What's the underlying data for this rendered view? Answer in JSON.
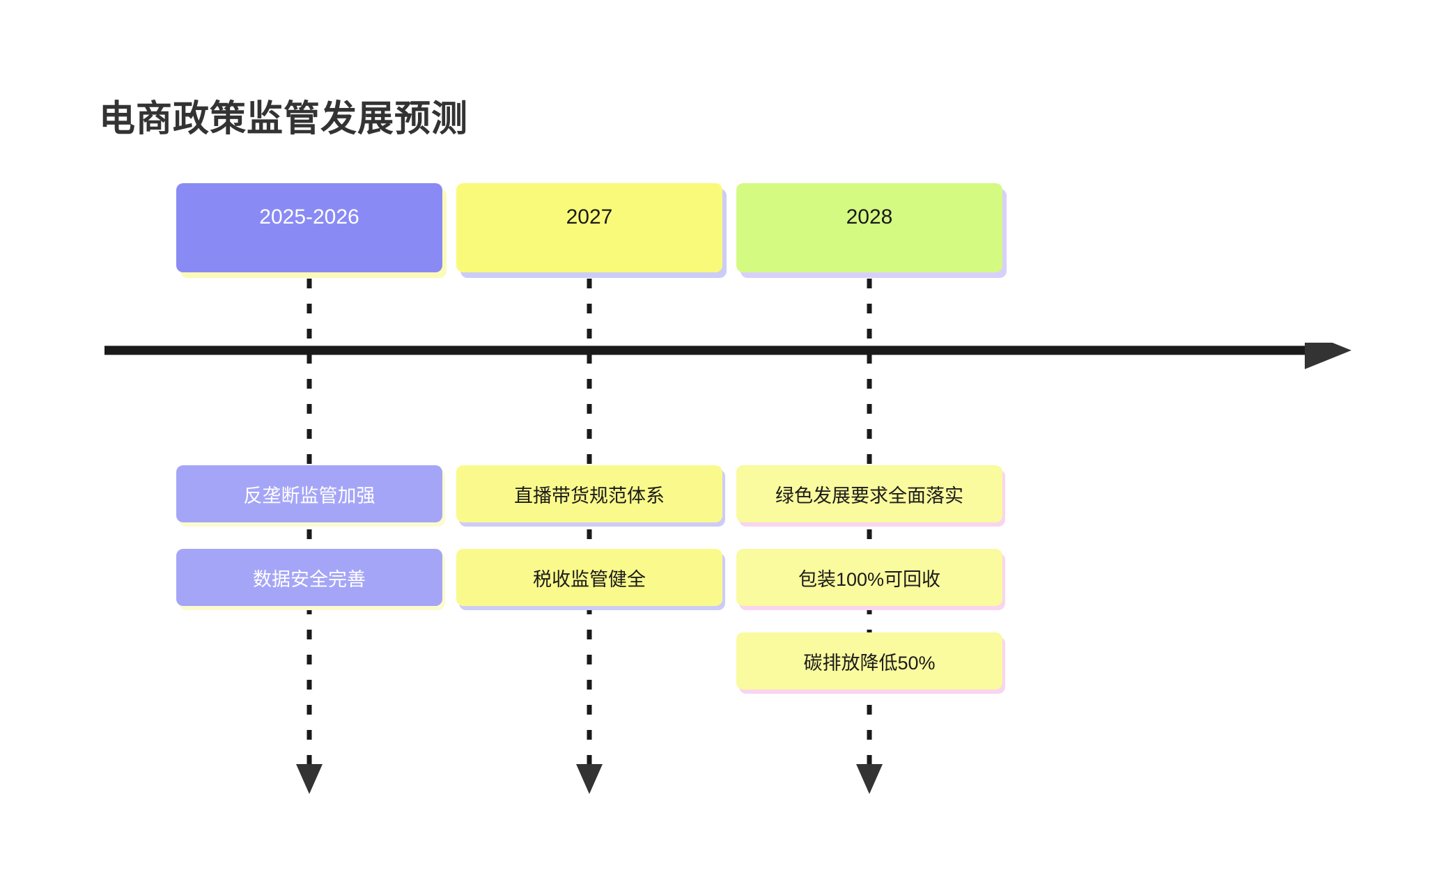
{
  "title": "电商政策监管发展预测",
  "chart_data": {
    "type": "timeline",
    "title": "电商政策监管发展预测",
    "orientation": "horizontal",
    "axis_direction": "left-to-right",
    "periods": [
      {
        "label": "2025-2026",
        "card_color": "#8a8af5",
        "card_text_color": "#ffffff",
        "shadow_color": "#fbfbb9",
        "box_color": "#a5a5f7",
        "box_text_color": "#ffffff",
        "box_shadow_color": "#fbfbd0",
        "events": [
          "反垄断监管加强",
          "数据安全完善"
        ]
      },
      {
        "label": "2027",
        "card_color": "#fafa7a",
        "card_text_color": "#1a1a1a",
        "shadow_color": "#ccccf7",
        "box_color": "#fafa8c",
        "box_text_color": "#1a1a1a",
        "box_shadow_color": "#ccccf7",
        "events": [
          "直播带货规范体系",
          "税收监管健全"
        ]
      },
      {
        "label": "2028",
        "card_color": "#d4fa82",
        "card_text_color": "#1a1a1a",
        "shadow_color": "#d8d0fb",
        "box_color": "#fafa9e",
        "box_text_color": "#1a1a1a",
        "box_shadow_color": "#f9d5ef",
        "events": [
          "绿色发展要求全面落实",
          "包装100%可回收",
          "碳排放降低50%"
        ]
      }
    ],
    "axis_color": "#1a1a1a",
    "connector_style": "dashed",
    "connector_color": "#1a1a1a"
  },
  "axis": {
    "arrow_icon": "timeline-arrow-right"
  },
  "connectors": [
    {
      "icon": "dashed-connector-down",
      "column": "2025-2026"
    },
    {
      "icon": "dashed-connector-down",
      "column": "2027"
    },
    {
      "icon": "dashed-connector-down",
      "column": "2028"
    }
  ]
}
